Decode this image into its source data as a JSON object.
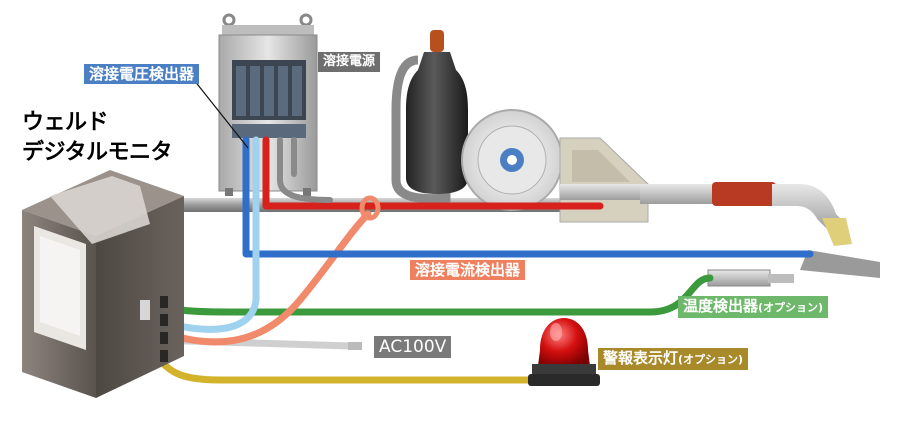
{
  "title": {
    "line1": "ウェルド",
    "line2": "デジタルモニタ"
  },
  "labels": {
    "voltage_detector": "溶接電圧検出器",
    "power_source": "溶接電源",
    "current_detector": "溶接電流検出器",
    "temperature_detector": "温度検出器",
    "temperature_option": "(オプション)",
    "ac_power": "AC100V",
    "warning_light": "警報表示灯",
    "warning_option": "(オプション)"
  },
  "colors": {
    "voltage_tag": "#4a7fc4",
    "power_tag": "#6e6e6e",
    "current_tag": "#ee8060",
    "temperature_tag": "#6db86a",
    "ac_tag": "#7a7a7a",
    "warning_tag": "#a88a2a",
    "cable_blue": "#2f6fc9",
    "cable_lightblue": "#9fd2ef",
    "cable_red": "#d8201c",
    "cable_salmon": "#f08a6a",
    "cable_green": "#3b9a3b",
    "cable_gray": "#cfcfcf",
    "cable_yellow": "#d4b32c",
    "monitor_body": "#6d6660",
    "lamp_red": "#d01010"
  }
}
